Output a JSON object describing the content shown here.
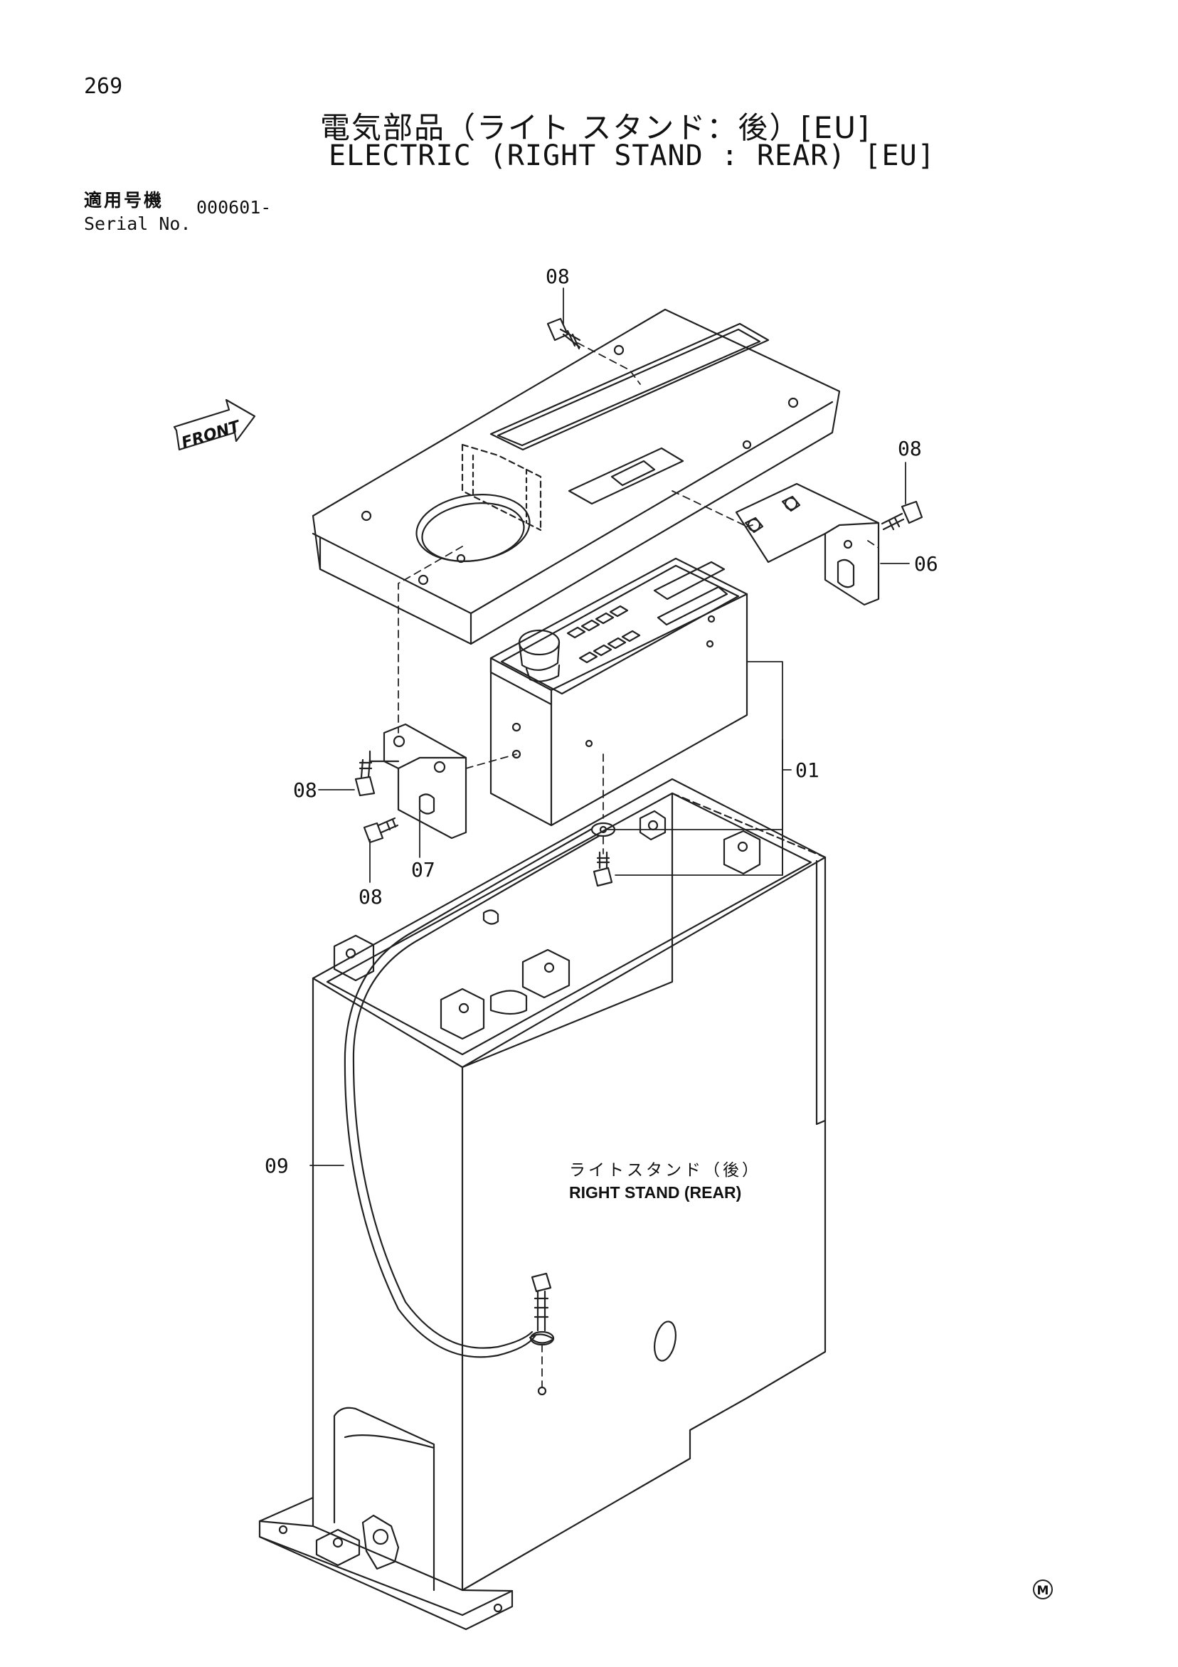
{
  "page": {
    "number": "269",
    "title_ja": "電気部品（ライト スタンド：後）[EU]",
    "title_en": "ELECTRIC (RIGHT STAND : REAR) [EU]"
  },
  "serial": {
    "label_ja": "適用号機",
    "label_en": "Serial No.",
    "value": "000601-"
  },
  "diagram": {
    "front_arrow_text": "FRONT",
    "callouts": {
      "p01": "01",
      "p06": "06",
      "p07": "07",
      "p08_top": "08",
      "p08_right": "08",
      "p08_left": "08",
      "p08_bottom": "08",
      "p09": "09"
    },
    "stand_caption_ja": "ライトスタンド（後）",
    "stand_caption_en": "RIGHT STAND (REAR)",
    "corner_mark": "M"
  }
}
